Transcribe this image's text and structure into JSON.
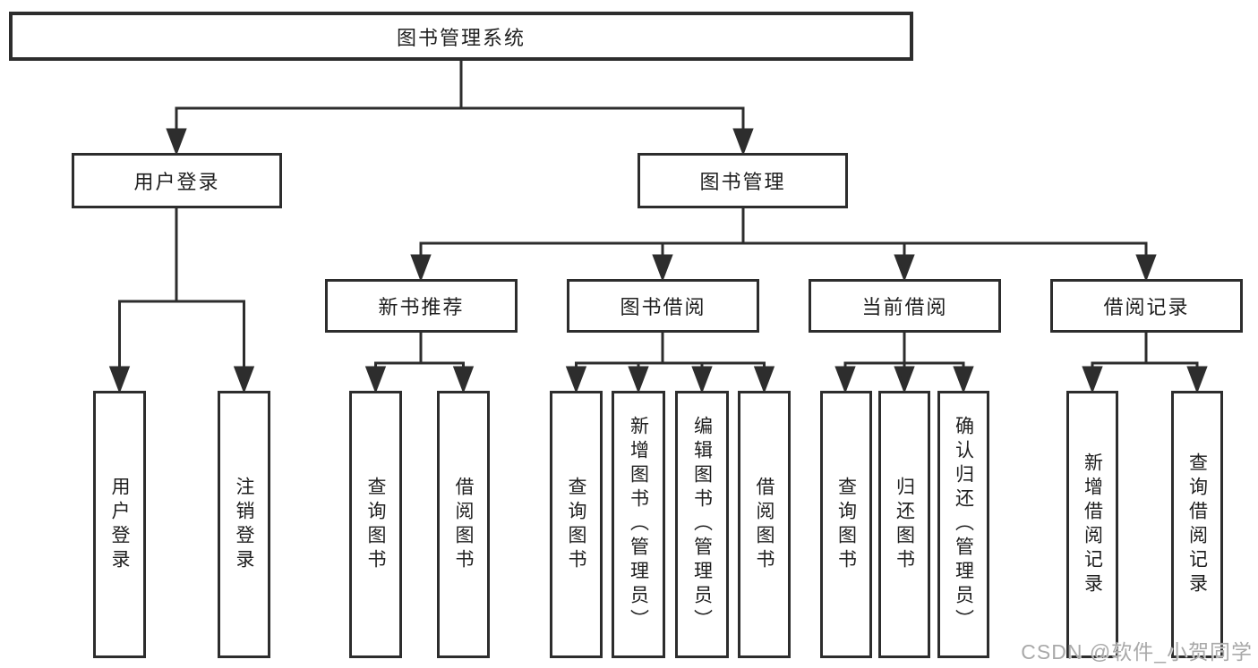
{
  "tree": {
    "root": "图书管理系统",
    "level2": [
      "用户登录",
      "图书管理"
    ],
    "user_login_children": [
      "用户登录",
      "注销登录"
    ],
    "book_mgmt_children": [
      "新书推荐",
      "图书借阅",
      "当前借阅",
      "借阅记录"
    ],
    "new_book_children": [
      "查询图书",
      "借阅图书"
    ],
    "borrow_children": [
      "查询图书",
      "新增图书（管理员）",
      "编辑图书（管理员）",
      "借阅图书"
    ],
    "current_children": [
      "查询图书",
      "归还图书",
      "确认归还（管理员）"
    ],
    "record_children": [
      "新增借阅记录",
      "查询借阅记录"
    ]
  },
  "watermark": "CSDN @软件_小贺同学",
  "colors": {
    "line": "#2d2d2d",
    "box_border": "#2d2d2d",
    "text": "#1f1f1f",
    "watermark": "#a9a9a9",
    "background": "#ffffff"
  }
}
